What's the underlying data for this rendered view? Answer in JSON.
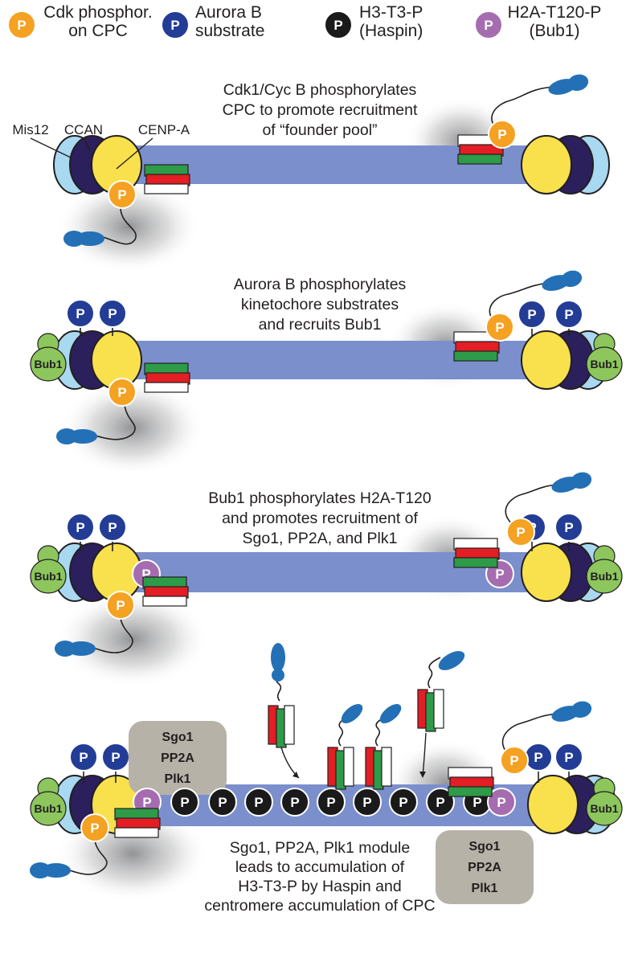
{
  "legend": [
    {
      "letter": "P",
      "label_line1": "Cdk phosphor.",
      "label_line2": "on CPC",
      "color": "#f5a121"
    },
    {
      "letter": "P",
      "label_line1": "Aurora B",
      "label_line2": "substrate",
      "color": "#233d96"
    },
    {
      "letter": "P",
      "label_line1": "H3-T3-P",
      "label_line2": "(Haspin)",
      "color": "#1a1a1a"
    },
    {
      "letter": "P",
      "label_line1": "H2A-T120-P",
      "label_line2": "(Bub1)",
      "color": "#a56db0"
    }
  ],
  "labels": {
    "mis12": "Mis12",
    "ccan": "CCAN",
    "cenpa": "CENP-A"
  },
  "panels": [
    {
      "caption": [
        "Cdk1/Cyc B phosphorylates",
        "CPC to promote recruitment",
        "of “founder pool”"
      ]
    },
    {
      "caption": [
        "Aurora B phosphorylates",
        "kinetochore substrates",
        "and recruits Bub1"
      ]
    },
    {
      "caption": [
        "Bub1 phosphorylates H2A-T120",
        "and promotes recruitment of",
        "Sgo1, PP2A, and Plk1"
      ]
    },
    {
      "caption": [
        "Sgo1, PP2A, Plk1 module",
        "leads to accumulation of",
        "H3-T3-P by Haspin and",
        "centromere accumulation of CPC"
      ]
    }
  ],
  "bub1_label": "Bub1",
  "phospho_letter": "P",
  "module": {
    "lines": [
      "Sgo1",
      "PP2A",
      "Plk1"
    ]
  },
  "colors": {
    "cdk": "#f5a121",
    "aurora": "#233d96",
    "h3": "#1a1a1a",
    "h2a": "#a56db0",
    "chromatin": "#7b8fcd",
    "bub1": "#8cc65c",
    "cenpa": "#f8e14d",
    "ccan": "#2b1f5c",
    "mis12": "#a9d8f1",
    "cpc": "#2370b6",
    "module_bg": "#b7b2a7",
    "red": "#e31e24",
    "green": "#2e9b48"
  }
}
